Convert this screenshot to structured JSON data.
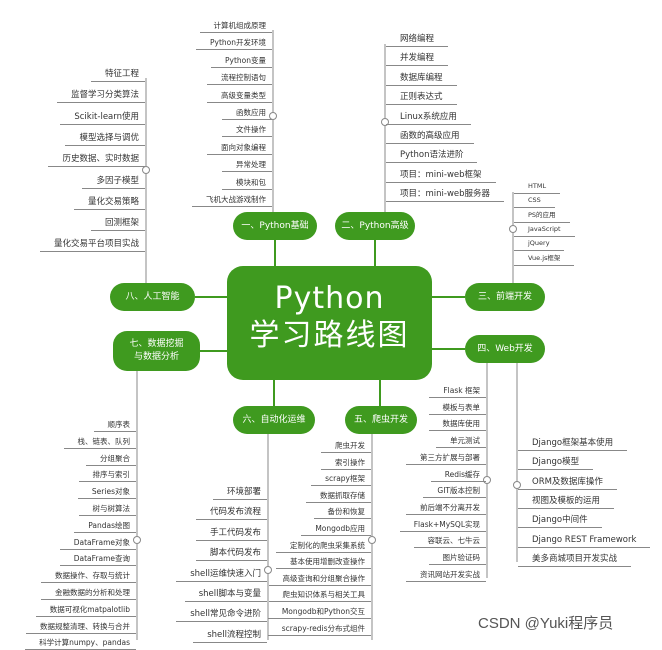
{
  "center": {
    "line1": "Python",
    "line2": "学习路线图"
  },
  "branches": {
    "basic": "一、Python基础",
    "advanced": "二、Python高级",
    "frontend": "三、前端开发",
    "web": "四、Web开发",
    "crawler": "五、爬虫开发",
    "ops": "六、自动化运维",
    "data_line1": "七、数据挖掘",
    "data_line2": "与数据分析",
    "ai": "八、人工智能"
  },
  "lists": {
    "basic": [
      "计算机组成原理",
      "Python开发环境",
      "Python变量",
      "流程控制语句",
      "高级变量类型",
      "函数应用",
      "文件操作",
      "面向对象编程",
      "异常处理",
      "模块和包",
      "飞机大战游戏制作"
    ],
    "ai": [
      "特征工程",
      "监督学习分类算法",
      "Scikit-learn使用",
      "模型选择与调优",
      "历史数据、实时数据",
      "多因子模型",
      "量化交易策略",
      "回测框架",
      "量化交易平台项目实战"
    ],
    "advanced": [
      "网络编程",
      "并发编程",
      "数据库编程",
      "正则表达式",
      "Linux系统应用",
      "函数的高级应用",
      "Python语法进阶",
      "项目：mini-web框架",
      "项目：mini-web服务器"
    ],
    "frontend": [
      "HTML",
      "CSS",
      "PS的应用",
      "JavaScript",
      "jQuery",
      "Vue.js框架"
    ],
    "data": [
      "顺序表",
      "栈、链表、队列",
      "分组聚合",
      "排序与索引",
      "Series对象",
      "树与树算法",
      "Pandas绘图",
      "DataFrame对象",
      "DataFrame查询",
      "数据操作、存取与统计",
      "金融数据的分析和处理",
      "数据可视化matpalotlib",
      "数据规整清理、转换与合并",
      "科学计算numpy、pandas"
    ],
    "ops": [
      "环境部署",
      "代码发布流程",
      "手工代码发布",
      "脚本代码发布",
      "shell运维快速入门",
      "shell脚本与变量",
      "shell常见命令进阶",
      "shell流程控制"
    ],
    "crawler": [
      "爬虫开发",
      "索引操作",
      "scrapy框架",
      "数据抓取存储",
      "备份和恢复",
      "Mongodb应用",
      "定制化的爬虫采集系统",
      "基本使用增删改查操作",
      "高级查询和分组聚合操作",
      "爬虫知识体系与相关工具",
      "Mongodb和Python交互",
      "scrapy-redis分布式组件"
    ],
    "flask": [
      "Flask  框架",
      "模板与表单",
      "数据库使用",
      "单元测试",
      "第三方扩展与部署",
      "Redis缓存",
      "GIT版本控制",
      "前后端不分离开发",
      "Flask+MySQL实现",
      "容联云、七牛云",
      "图片验证码",
      "资讯网站开发实战"
    ],
    "django": [
      "Django框架基本使用",
      "Django模型",
      "ORM及数据库操作",
      "视图及模板的运用",
      "Django中间件",
      "Django REST Framework",
      "美多商城项目开发实战"
    ]
  },
  "watermark": "CSDN @Yuki程序员",
  "colors": {
    "green": "#3f9a1f",
    "line": "#888888"
  }
}
